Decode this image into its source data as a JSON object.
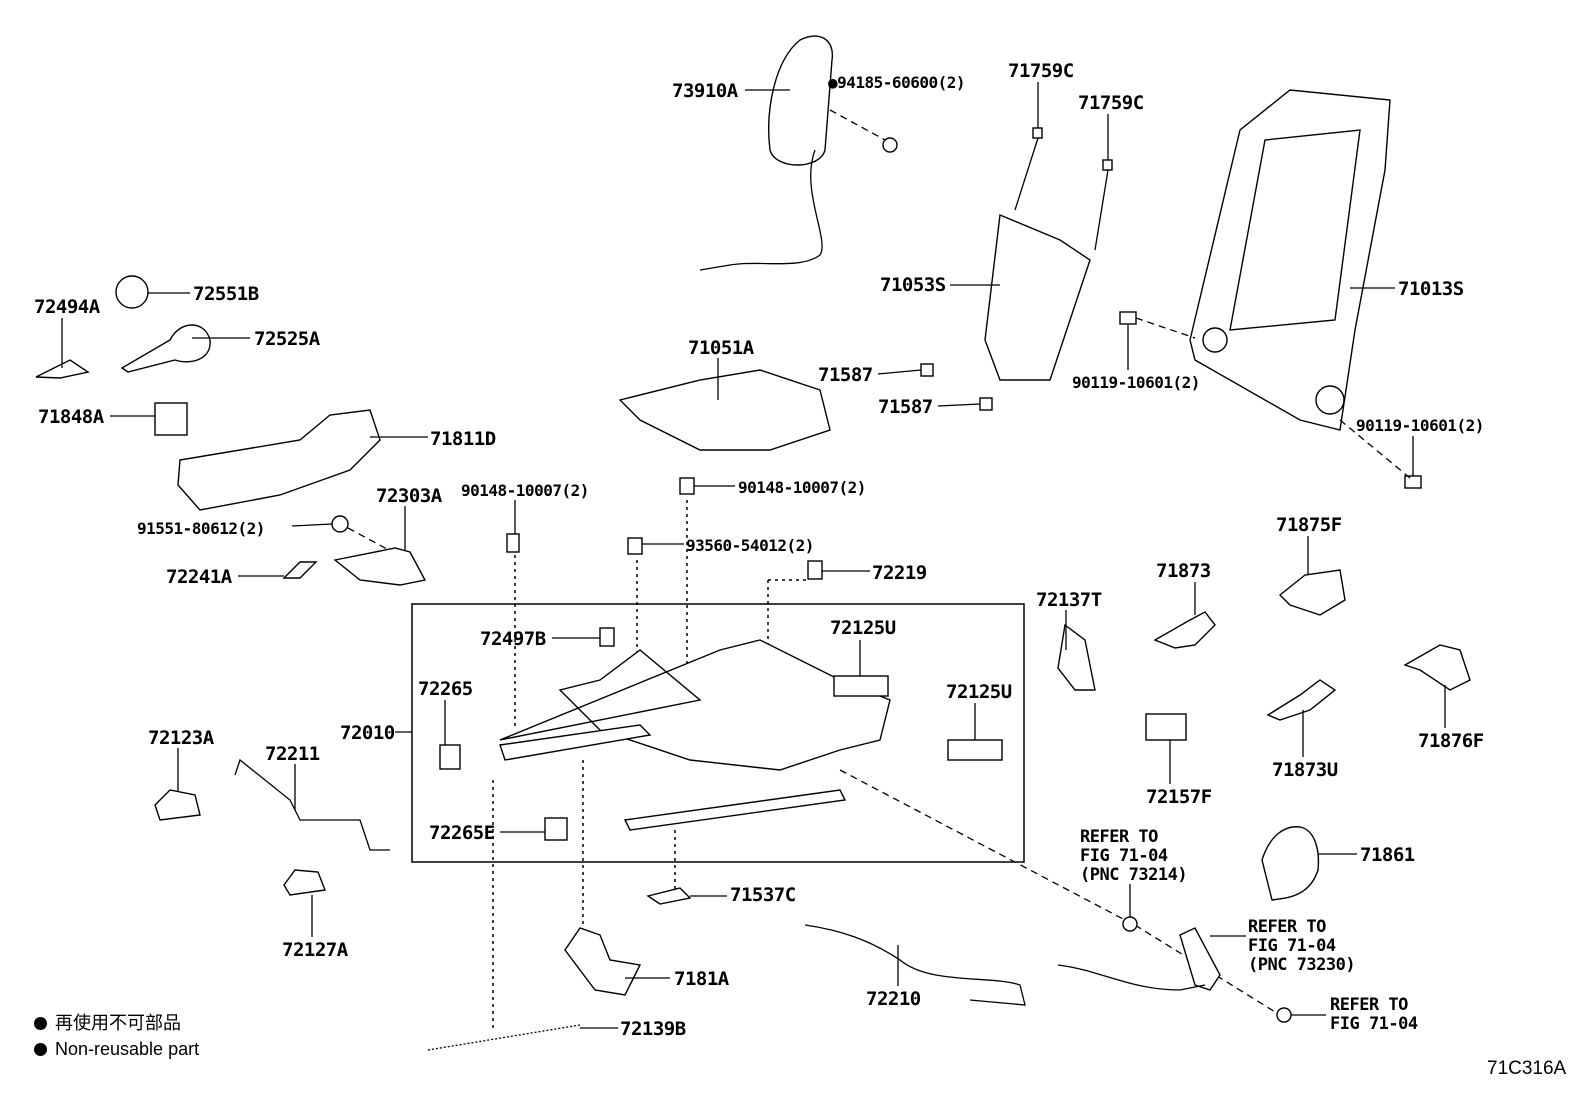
{
  "diagram_code": "71C316A",
  "legend": [
    {
      "symbol": "filled-circle",
      "text": "再使用不可部品"
    },
    {
      "symbol": "filled-circle",
      "text": "Non-reusable part"
    }
  ],
  "callouts": [
    "73910A",
    "●94185-60600(2)",
    "71759C",
    "71759C",
    "72494A",
    "72551B",
    "72525A",
    "71051A",
    "71053S",
    "71013S",
    "71587",
    "71587",
    "90119-10601(2)",
    "90119-10601(2)",
    "71848A",
    "71811D",
    "90148-10007(2)",
    "90148-10007(2)",
    "72303A",
    "91551-80612(2)",
    "93560-54012(2)",
    "71875F",
    "72241A",
    "72219",
    "71873",
    "72137T",
    "72497B",
    "72125U",
    "72265",
    "72125U",
    "72010",
    "72123A",
    "72211",
    "71876F",
    "71873U",
    "72157F",
    "72265E",
    "REFER TO\nFIG 71-04\n(PNC 73214)",
    "71861",
    "71537C",
    "REFER TO\nFIG 71-04\n(PNC 73230)",
    "72127A",
    "72210",
    "7181A",
    "REFER TO\nFIG 71-04",
    "72139B"
  ]
}
